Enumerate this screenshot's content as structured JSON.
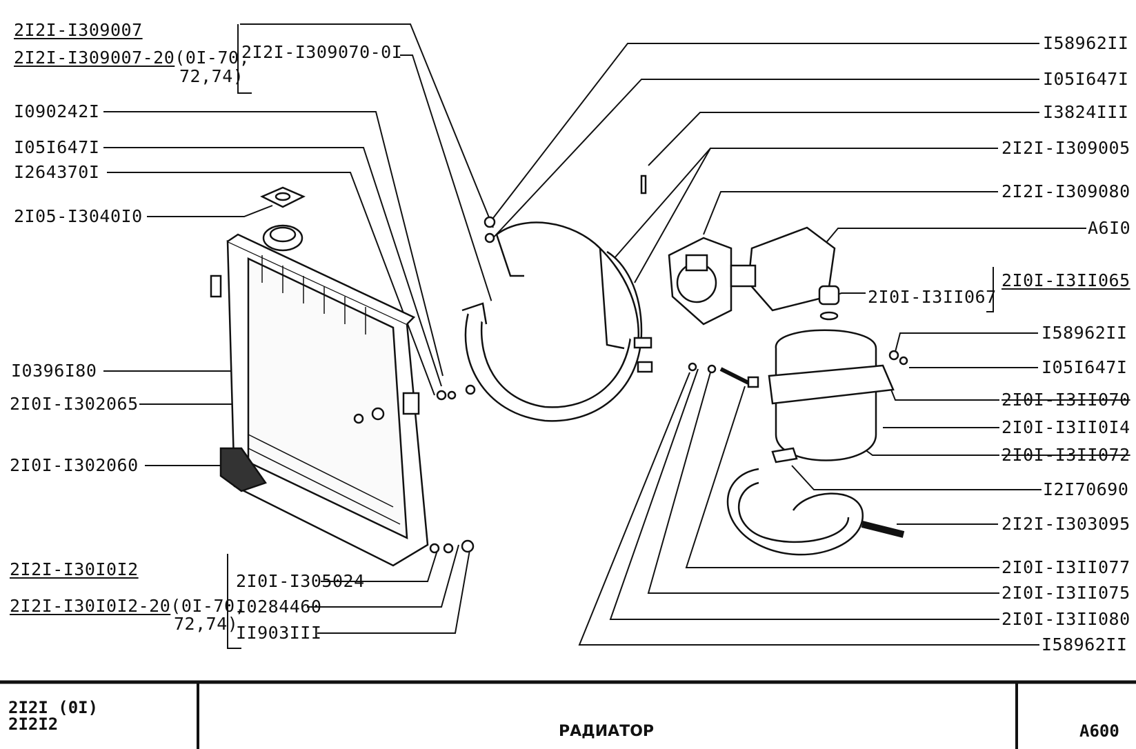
{
  "left_labels": {
    "assembly_a": "2I2I-I309007",
    "assembly_a_var": "2I2I-I309007-20",
    "assembly_a_var_note1": "(0I-70,",
    "assembly_a_var_note2": "72,74)",
    "assembly_a_sub": "2I2I-I309070-0I",
    "p1": "I090242I",
    "p2": "I05I647I",
    "p3": "I264370I",
    "p4": "2I05-I3040I0",
    "p5": "I0396I80",
    "p6": "2I0I-I302065",
    "p7": "2I0I-I302060",
    "assembly_b": "2I2I-I30I0I2",
    "assembly_b_var": "2I2I-I30I0I2-20",
    "assembly_b_var_note1": "(0I-70,",
    "assembly_b_var_note2": "72,74)",
    "b_sub1": "2I0I-I305024",
    "b_sub2": "I0284460",
    "b_sub3": "II903III"
  },
  "right_labels": {
    "r1": "I58962II",
    "r2": "I05I647I",
    "r3": "I3824III",
    "r4": "2I2I-I309005",
    "r5": "2I2I-I309080",
    "r6": "A6I0",
    "r7": "2I0I-I3II065",
    "r7_sub": "2I0I-I3II067",
    "r8": "I58962II",
    "r9": "I05I647I",
    "r10": "2I0I-I3II070",
    "r11": "2I0I-I3II0I4",
    "r12": "2I0I-I3II072",
    "r13": "I2I70690",
    "r14": "2I2I-I303095",
    "r15": "2I0I-I3II077",
    "r16": "2I0I-I3II075",
    "r17": "2I0I-I3II080",
    "r18": "I58962II"
  },
  "footer": {
    "models_line1": "2I2I (0I)",
    "models_line2": "2I2I2",
    "title": "РАДИАТОР",
    "page_code": "A600"
  }
}
